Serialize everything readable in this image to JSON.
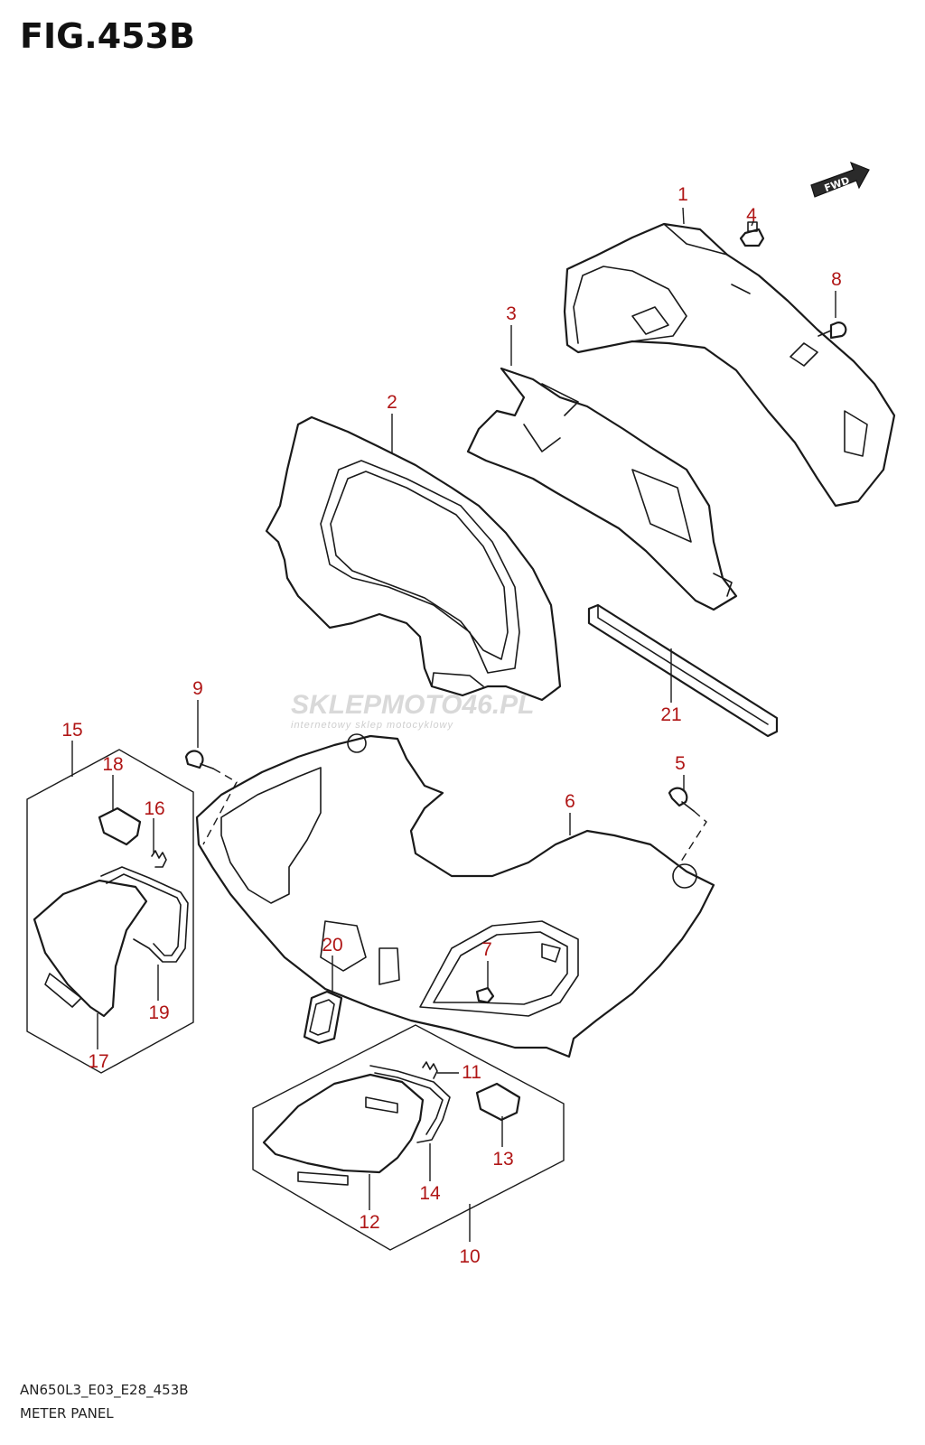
{
  "figure": {
    "title": "FIG.453B",
    "model_code": "AN650L3_E03_E28_453B",
    "name": "METER PANEL"
  },
  "fwd_label": "FWD",
  "watermark": {
    "text": "SKLEPMOTO46.PL",
    "subtext": "internetowy sklep motocyklowy"
  },
  "callouts": [
    "1",
    "2",
    "3",
    "4",
    "5",
    "6",
    "7",
    "8",
    "9",
    "10",
    "11",
    "12",
    "13",
    "14",
    "15",
    "16",
    "17",
    "18",
    "19",
    "20",
    "21"
  ],
  "colors": {
    "callout": "#b01616",
    "line": "#1a1a1a"
  }
}
